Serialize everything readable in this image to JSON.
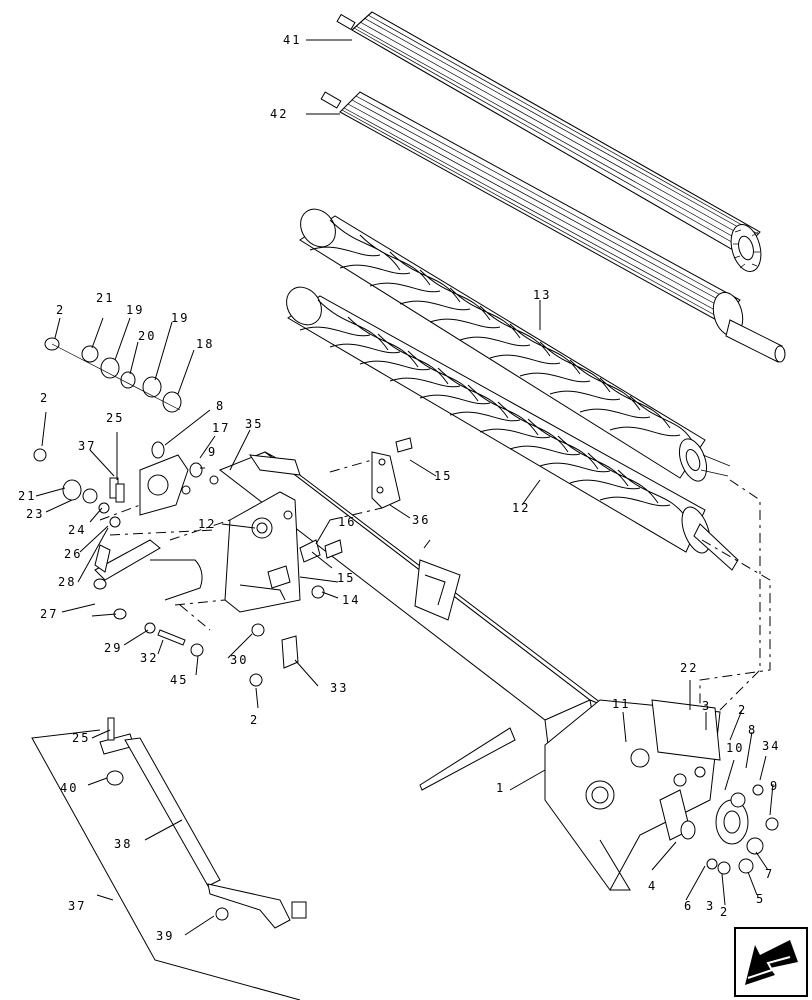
{
  "diagram": {
    "callouts": [
      {
        "id": "c41",
        "text": "41"
      },
      {
        "id": "c42",
        "text": "42"
      },
      {
        "id": "c13",
        "text": "13"
      },
      {
        "id": "c12r",
        "text": "12"
      },
      {
        "id": "c2a",
        "text": "2"
      },
      {
        "id": "c21a",
        "text": "21"
      },
      {
        "id": "c19a",
        "text": "19"
      },
      {
        "id": "c20",
        "text": "20"
      },
      {
        "id": "c19b",
        "text": "19"
      },
      {
        "id": "c18",
        "text": "18"
      },
      {
        "id": "c2b",
        "text": "2"
      },
      {
        "id": "c25a",
        "text": "25"
      },
      {
        "id": "c8a",
        "text": "8"
      },
      {
        "id": "c35",
        "text": "35"
      },
      {
        "id": "c37a",
        "text": "37"
      },
      {
        "id": "c17",
        "text": "17"
      },
      {
        "id": "c9a",
        "text": "9"
      },
      {
        "id": "c21b",
        "text": "21"
      },
      {
        "id": "c23",
        "text": "23"
      },
      {
        "id": "c24",
        "text": "24"
      },
      {
        "id": "c26",
        "text": "26"
      },
      {
        "id": "c28",
        "text": "28"
      },
      {
        "id": "c12l",
        "text": "12"
      },
      {
        "id": "c16",
        "text": "16"
      },
      {
        "id": "c15a",
        "text": "15"
      },
      {
        "id": "c15b",
        "text": "15"
      },
      {
        "id": "c36",
        "text": "36"
      },
      {
        "id": "c14",
        "text": "14"
      },
      {
        "id": "c27",
        "text": "27"
      },
      {
        "id": "c29",
        "text": "29"
      },
      {
        "id": "c32",
        "text": "32"
      },
      {
        "id": "c30",
        "text": "30"
      },
      {
        "id": "c45",
        "text": "45"
      },
      {
        "id": "c33",
        "text": "33"
      },
      {
        "id": "c2c",
        "text": "2"
      },
      {
        "id": "c25b",
        "text": "25"
      },
      {
        "id": "c40",
        "text": "40"
      },
      {
        "id": "c38",
        "text": "38"
      },
      {
        "id": "c37b",
        "text": "37"
      },
      {
        "id": "c39",
        "text": "39"
      },
      {
        "id": "c22",
        "text": "22"
      },
      {
        "id": "c11",
        "text": "11"
      },
      {
        "id": "c3a",
        "text": "3"
      },
      {
        "id": "c2d",
        "text": "2"
      },
      {
        "id": "c8b",
        "text": "8"
      },
      {
        "id": "c10",
        "text": "10"
      },
      {
        "id": "c34",
        "text": "34"
      },
      {
        "id": "c9b",
        "text": "9"
      },
      {
        "id": "c1",
        "text": "1"
      },
      {
        "id": "c7",
        "text": "7"
      },
      {
        "id": "c5",
        "text": "5"
      },
      {
        "id": "c2e",
        "text": "2"
      },
      {
        "id": "c3b",
        "text": "3"
      },
      {
        "id": "c6",
        "text": "6"
      },
      {
        "id": "c4",
        "text": "4"
      }
    ]
  },
  "nav": {
    "icon": "next-page-arrow-icon"
  }
}
